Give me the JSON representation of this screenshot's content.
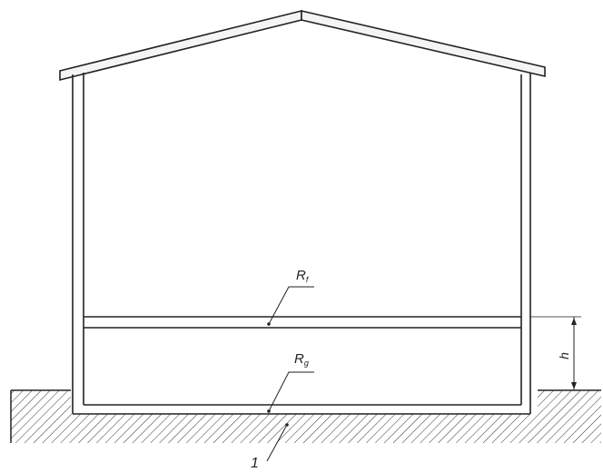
{
  "labels": {
    "upper_floor_main": "R",
    "upper_floor_sub": "f",
    "lower_floor_main": "R",
    "lower_floor_sub": "g",
    "height": "h",
    "ground_number": "1"
  },
  "colors": {
    "line": "#222222",
    "background": "#ffffff",
    "hatch": "#333333"
  }
}
